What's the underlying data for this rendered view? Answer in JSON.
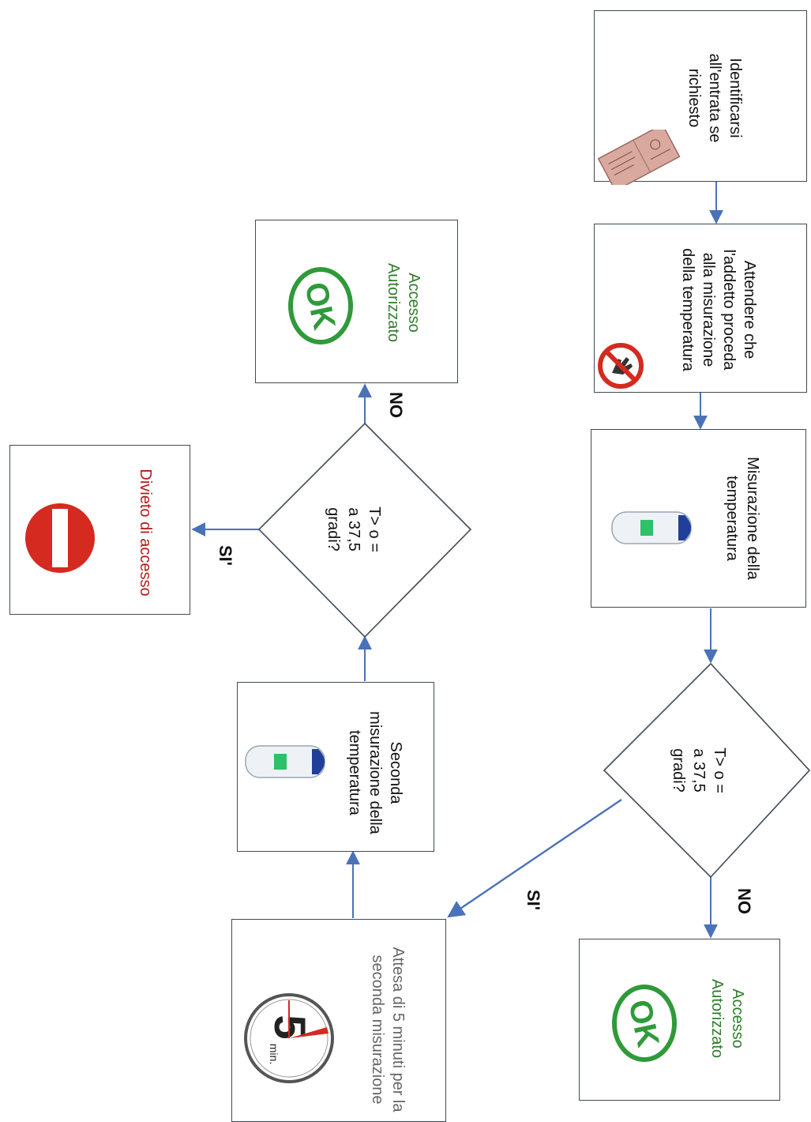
{
  "steps": {
    "identify": {
      "lines": [
        "Identificarsi",
        "all'entrata se",
        "richiesto"
      ]
    },
    "wait_staff": {
      "lines": [
        "Attendere che",
        "l'addetto proceda",
        "alla misurazione",
        "della temperatura"
      ]
    },
    "measure": {
      "lines": [
        "Misurazione della",
        "temperatura"
      ]
    },
    "decision1": {
      "lines": [
        "T> o =",
        "a 37,5",
        "gradi?"
      ]
    },
    "access_ok_1": {
      "lines": [
        "Accesso",
        "Autorizzato"
      ]
    },
    "wait5": {
      "lines": [
        "Attesa di 5 minuti per la",
        "seconda misurazione"
      ]
    },
    "measure2": {
      "lines": [
        "Seconda",
        "misurazione della",
        "temperatura"
      ]
    },
    "decision2": {
      "lines": [
        "T> o =",
        "a 37,5",
        "gradi?"
      ]
    },
    "access_ok_2": {
      "lines": [
        "Accesso",
        "Autorizzato"
      ]
    },
    "denied": {
      "lines": [
        "Divieto di accesso"
      ]
    }
  },
  "labels": {
    "no_1": "NO",
    "si_1": "SI'",
    "no_2": "NO",
    "si_2": "SI'"
  },
  "icons": {
    "ok_stamp_text": "OK",
    "timer_number": "5",
    "timer_unit": "min."
  },
  "colors": {
    "arrow": "#4a72b8",
    "border": "#3f4a55",
    "ok_green": "#2f9a3a",
    "stop_red": "#d42a20"
  }
}
